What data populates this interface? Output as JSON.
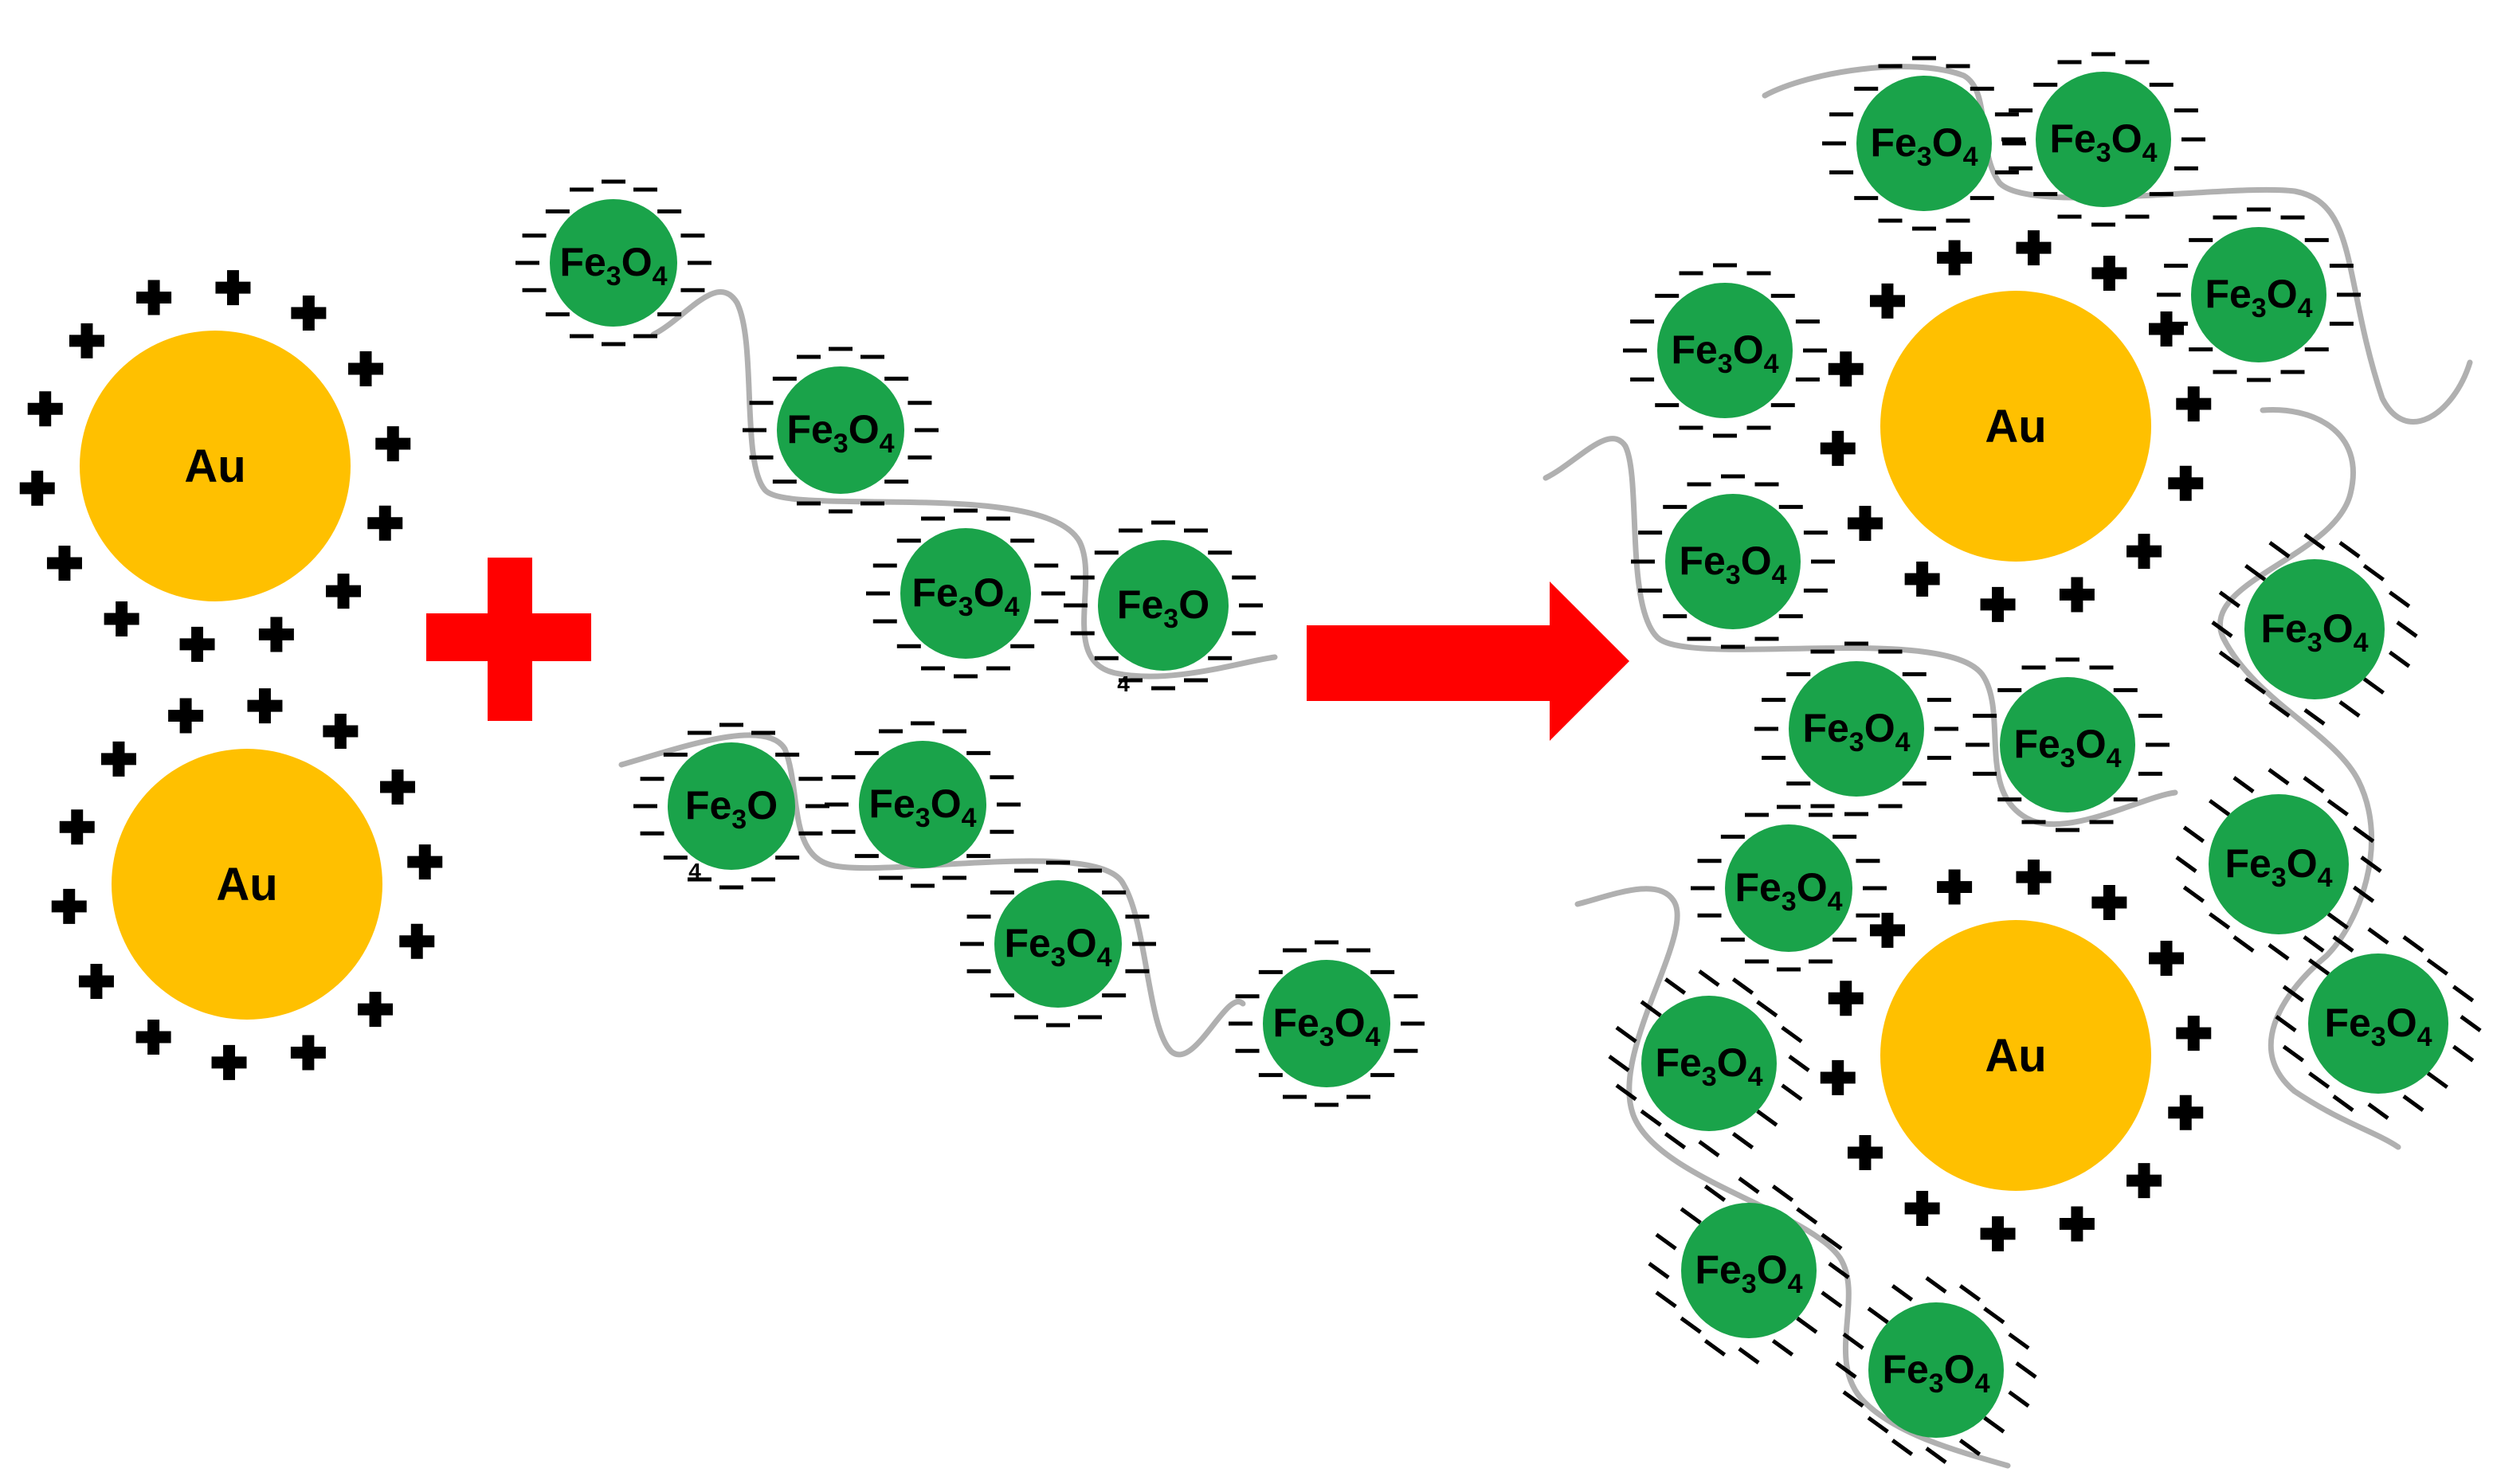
{
  "labels": {
    "gold": "Au",
    "magnetite_main": "Fe",
    "magnetite_oxygen": "O",
    "magnetite_sub_fe": "3",
    "magnetite_sub_o": "4",
    "fragment_digit": "4"
  },
  "colors": {
    "gold": "#FFC000",
    "magnetite": "#1AA34A",
    "polymer": "#B0B0B0",
    "plus_symbol": "#FF0000",
    "arrow": "#FF0000",
    "charge": "#000000"
  },
  "icons": {
    "positive_charge": "plus",
    "negative_charge": "minus",
    "combine": "plus-icon",
    "reaction": "arrow-right-icon"
  }
}
